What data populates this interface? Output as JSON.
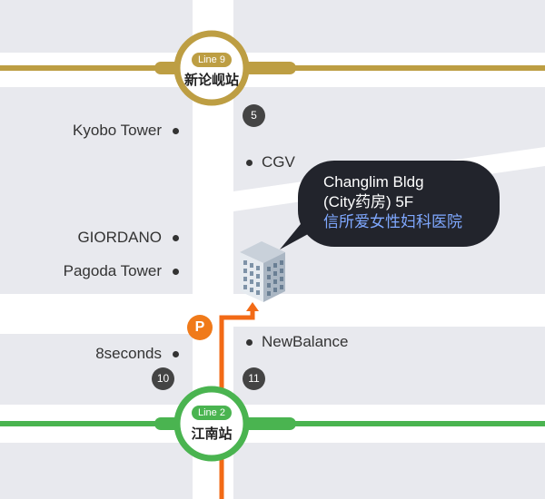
{
  "colors": {
    "line9": "#bd9e43",
    "line2": "#4ab450",
    "route": "#f26a16",
    "block": "#e8e9ee",
    "callout_bg": "#22242c",
    "callout_highlight": "#7fa8ff",
    "exit_badge": "#444444"
  },
  "stations": {
    "top": {
      "line_label": "Line 9",
      "name": "新论岘站"
    },
    "bottom": {
      "line_label": "Line 2",
      "name": "江南站"
    }
  },
  "places": {
    "kyobo": "Kyobo Tower",
    "cgv": "CGV",
    "giordano": "GIORDANO",
    "pagoda": "Pagoda Tower",
    "eightseconds": "8seconds",
    "newbalance": "NewBalance"
  },
  "exits": {
    "exit5": "5",
    "exit10": "10",
    "exit11": "11"
  },
  "parking_label": "P",
  "callout": {
    "line1": "Changlim Bldg",
    "line2": "(City药房) 5F",
    "line3": "信所爱女性妇科医院"
  },
  "icons": {
    "building": "office-building-icon",
    "parking": "parking-icon"
  }
}
